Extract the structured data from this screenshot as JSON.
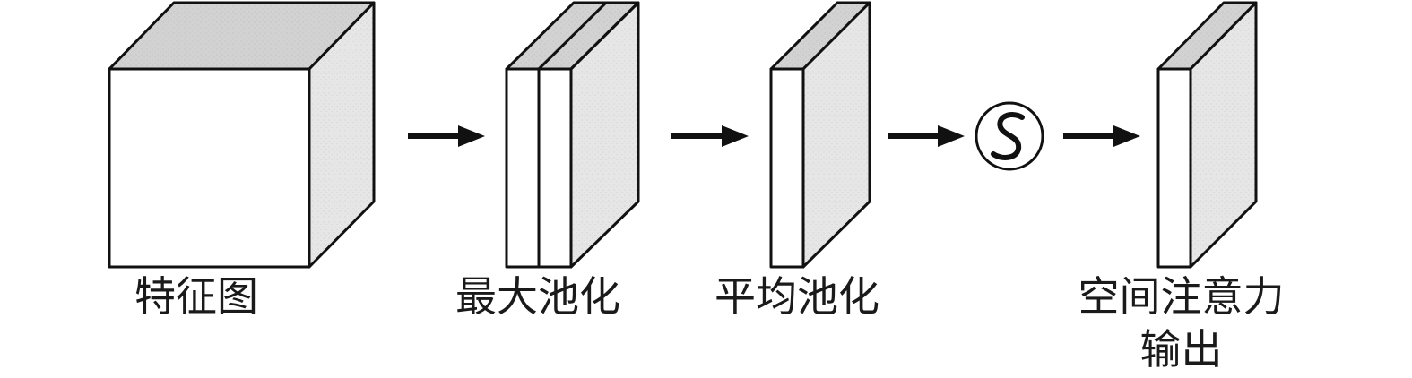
{
  "diagram": {
    "colors": {
      "stroke": "#111111",
      "front_face": "#ffffff",
      "top_face": "#d4d4d4",
      "side_face": "#e8e8e8"
    },
    "labels": {
      "feature_map": "特征图",
      "max_pooling": "最大池化",
      "avg_pooling": "平均池化",
      "output_line1": "空间注意力",
      "output_line2": "输出"
    },
    "sigmoid_symbol": "S",
    "icons": [
      "feature-map-cube",
      "max-pool-slabs",
      "avg-pool-slab",
      "sigmoid-circle",
      "output-slab",
      "arrow-right-icon"
    ]
  }
}
